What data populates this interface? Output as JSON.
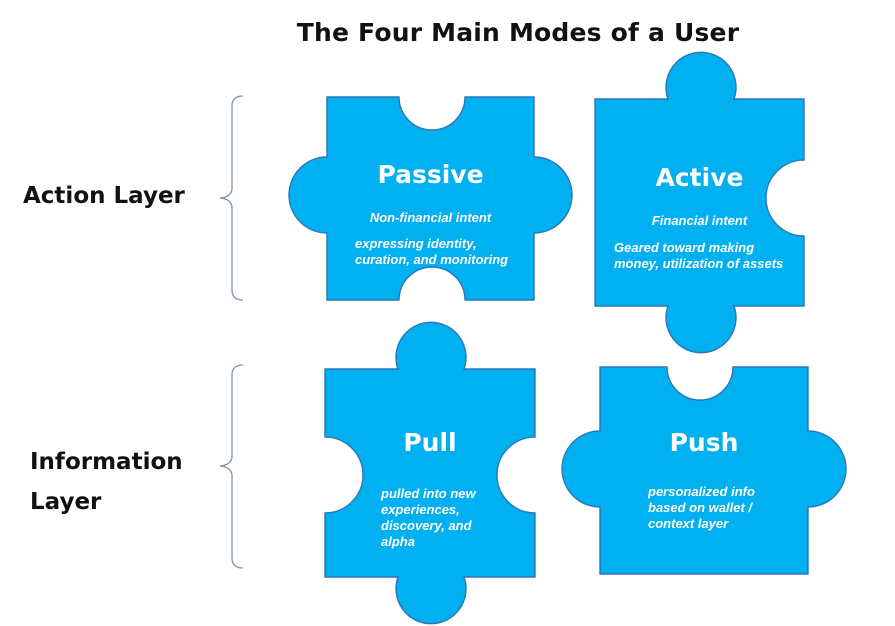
{
  "title": "The Four Main Modes of a User",
  "layers": {
    "action": "Action Layer",
    "information_line1": "Information",
    "information_line2": "Layer"
  },
  "pieces": {
    "passive": {
      "title": "Passive",
      "line1": "Non-financial intent",
      "line2": "expressing identity,",
      "line3": "curation, and monitoring"
    },
    "active": {
      "title": "Active",
      "line1": "Financial intent",
      "line2": "Geared toward making",
      "line3": "money, utilization of assets"
    },
    "pull": {
      "title": "Pull",
      "line1": "pulled into new",
      "line2": "experiences,",
      "line3": "discovery, and",
      "line4": "alpha"
    },
    "push": {
      "title": "Push",
      "line1": "personalized info",
      "line2": "based on wallet /",
      "line3": "context layer"
    }
  },
  "colors": {
    "piece_fill": "#00b0f0",
    "piece_stroke": "#2e75b6",
    "bracket": "#7f95ad",
    "text_dark": "#111111"
  }
}
